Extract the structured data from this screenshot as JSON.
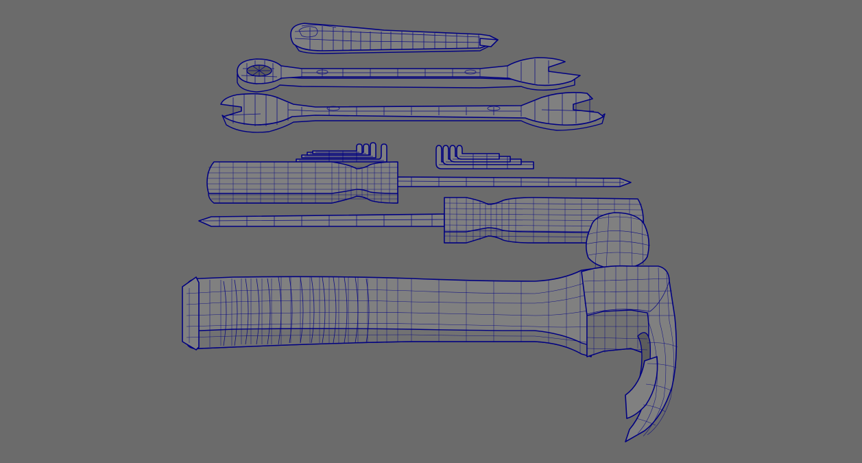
{
  "scene": {
    "background_color": "#6b6b6b",
    "mesh_fill_color": "#808080",
    "wireframe_color": "#000080",
    "objects": [
      {
        "name": "utility-knife"
      },
      {
        "name": "combination-wrench"
      },
      {
        "name": "double-open-end-wrench"
      },
      {
        "name": "hex-key-set-left"
      },
      {
        "name": "hex-key-set-right"
      },
      {
        "name": "screwdriver-upper"
      },
      {
        "name": "screwdriver-lower"
      },
      {
        "name": "claw-hammer"
      }
    ]
  }
}
